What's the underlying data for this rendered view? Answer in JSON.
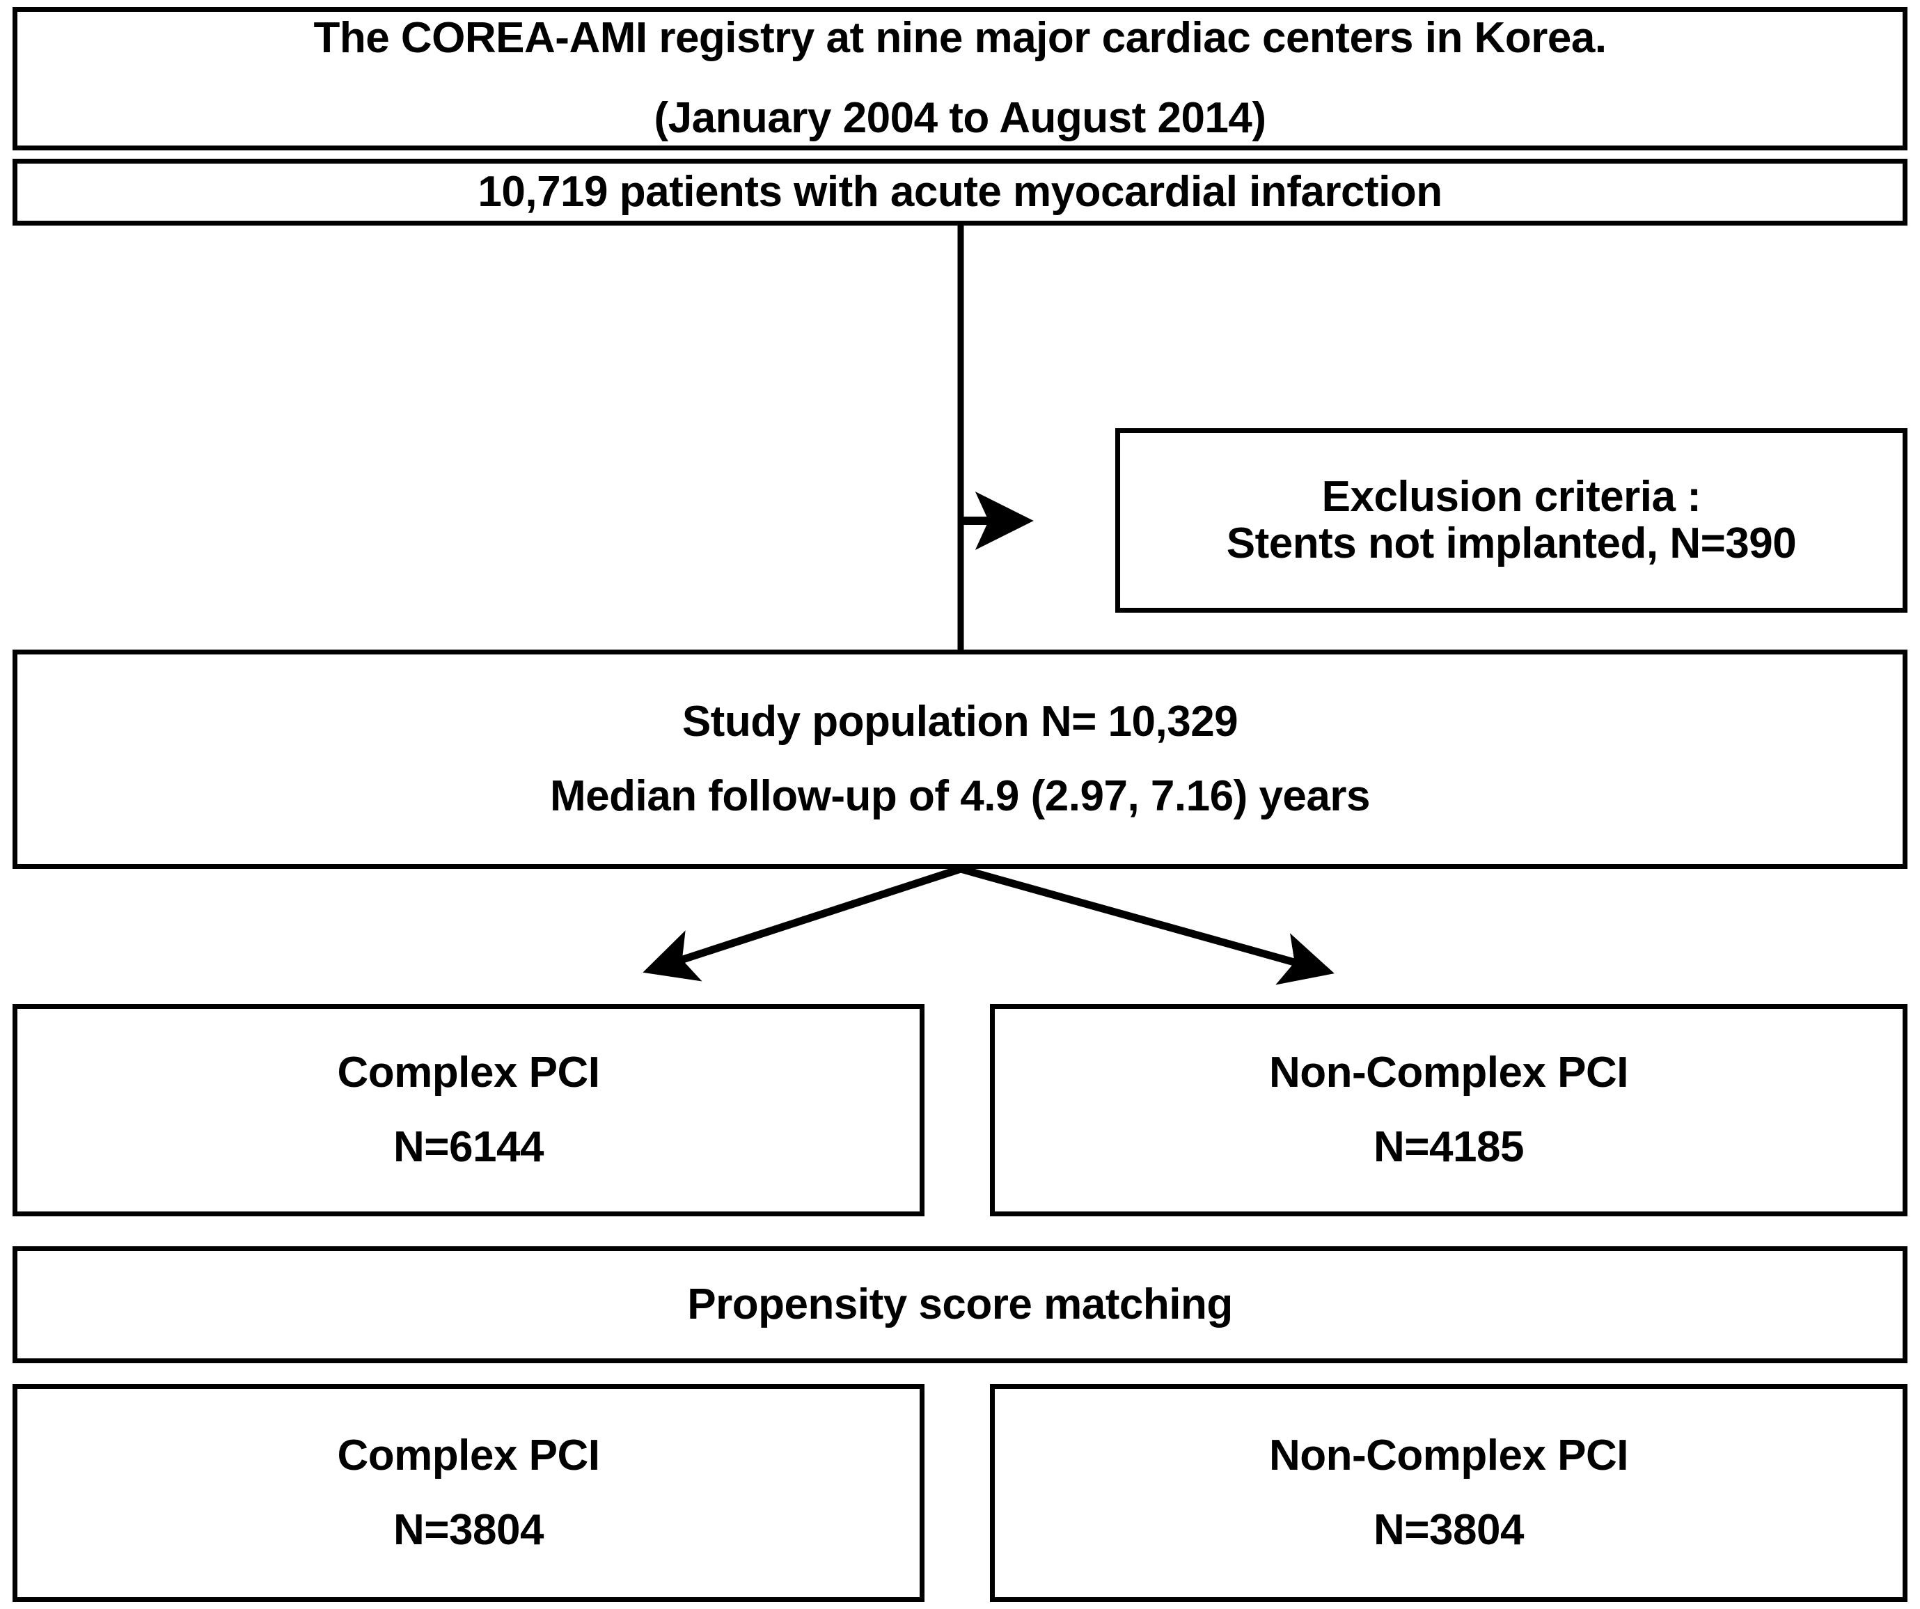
{
  "figure": {
    "type": "flowchart",
    "title": "COREA-AMI registry study population flow diagram",
    "colors": {
      "border": "#000000",
      "text": "#000000",
      "background": "#FFFFFF"
    }
  },
  "nodes": {
    "registry": {
      "line1": "The COREA-AMI registry at nine major cardiac centers in Korea.",
      "line2": "(January 2004 to August 2014)"
    },
    "enrolled": {
      "line1": "10,719 patients with acute myocardial infarction"
    },
    "exclusion": {
      "line1": "Exclusion criteria :",
      "line2": "Stents not implanted, N=390"
    },
    "study_population": {
      "line1": "Study population N= 10,329",
      "line2": "Median follow-up of 4.9 (2.97, 7.16) years"
    },
    "complex_pci": {
      "line1": "Complex PCI",
      "line2": "N=6144"
    },
    "non_complex_pci": {
      "line1": "Non-Complex PCI",
      "line2": "N=4185"
    },
    "matching": {
      "line1": "Propensity score matching"
    },
    "complex_pci_matched": {
      "line1": "Complex PCI",
      "line2": "N=3804"
    },
    "non_complex_pci_matched": {
      "line1": "Non-Complex PCI",
      "line2": "N=3804"
    }
  },
  "connectors": [
    {
      "name": "enrolled-to-study-population",
      "kind": "vertical-line"
    },
    {
      "name": "enrolled-to-exclusion",
      "kind": "right-arrow"
    },
    {
      "name": "study-population-to-complex-pci",
      "kind": "diagonal-arrow-left"
    },
    {
      "name": "study-population-to-non-complex-pci",
      "kind": "diagonal-arrow-right"
    }
  ]
}
